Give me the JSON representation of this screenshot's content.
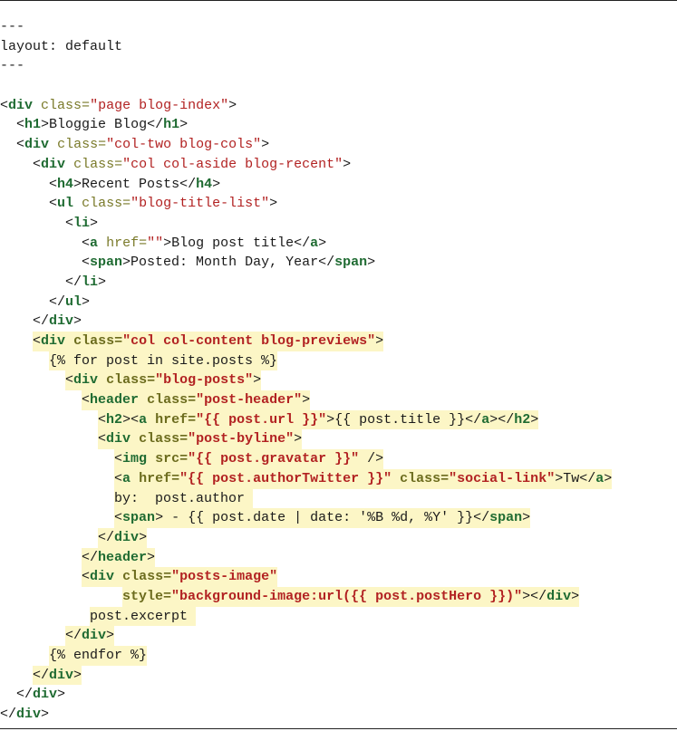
{
  "lines": [
    {
      "indent": "",
      "hl": false,
      "tokens": [
        {
          "t": "txt",
          "v": "---"
        }
      ]
    },
    {
      "indent": "",
      "hl": false,
      "tokens": [
        {
          "t": "txt",
          "v": "layout: default"
        }
      ]
    },
    {
      "indent": "",
      "hl": false,
      "tokens": [
        {
          "t": "txt",
          "v": "---"
        }
      ]
    },
    {
      "indent": "",
      "hl": false,
      "tokens": []
    },
    {
      "indent": "",
      "hl": false,
      "tokens": [
        {
          "t": "txt",
          "v": "<"
        },
        {
          "t": "tag",
          "v": "div"
        },
        {
          "t": "txt",
          "v": " "
        },
        {
          "t": "attr",
          "v": "class="
        },
        {
          "t": "str",
          "v": "\"page blog-index\""
        },
        {
          "t": "txt",
          "v": ">"
        }
      ]
    },
    {
      "indent": "  ",
      "hl": false,
      "tokens": [
        {
          "t": "txt",
          "v": "<"
        },
        {
          "t": "tag",
          "v": "h1"
        },
        {
          "t": "txt",
          "v": ">Bloggie Blog</"
        },
        {
          "t": "tag",
          "v": "h1"
        },
        {
          "t": "txt",
          "v": ">"
        }
      ]
    },
    {
      "indent": "  ",
      "hl": false,
      "tokens": [
        {
          "t": "txt",
          "v": "<"
        },
        {
          "t": "tag",
          "v": "div"
        },
        {
          "t": "txt",
          "v": " "
        },
        {
          "t": "attr",
          "v": "class="
        },
        {
          "t": "str",
          "v": "\"col-two blog-cols\""
        },
        {
          "t": "txt",
          "v": ">"
        }
      ]
    },
    {
      "indent": "    ",
      "hl": false,
      "tokens": [
        {
          "t": "txt",
          "v": "<"
        },
        {
          "t": "tag",
          "v": "div"
        },
        {
          "t": "txt",
          "v": " "
        },
        {
          "t": "attr",
          "v": "class="
        },
        {
          "t": "str",
          "v": "\"col col-aside blog-recent\""
        },
        {
          "t": "txt",
          "v": ">"
        }
      ]
    },
    {
      "indent": "      ",
      "hl": false,
      "tokens": [
        {
          "t": "txt",
          "v": "<"
        },
        {
          "t": "tag",
          "v": "h4"
        },
        {
          "t": "txt",
          "v": ">Recent Posts</"
        },
        {
          "t": "tag",
          "v": "h4"
        },
        {
          "t": "txt",
          "v": ">"
        }
      ]
    },
    {
      "indent": "      ",
      "hl": false,
      "tokens": [
        {
          "t": "txt",
          "v": "<"
        },
        {
          "t": "tag",
          "v": "ul"
        },
        {
          "t": "txt",
          "v": " "
        },
        {
          "t": "attr",
          "v": "class="
        },
        {
          "t": "str",
          "v": "\"blog-title-list\""
        },
        {
          "t": "txt",
          "v": ">"
        }
      ]
    },
    {
      "indent": "        ",
      "hl": false,
      "tokens": [
        {
          "t": "txt",
          "v": "<"
        },
        {
          "t": "tag",
          "v": "li"
        },
        {
          "t": "txt",
          "v": ">"
        }
      ]
    },
    {
      "indent": "          ",
      "hl": false,
      "tokens": [
        {
          "t": "txt",
          "v": "<"
        },
        {
          "t": "tag",
          "v": "a"
        },
        {
          "t": "txt",
          "v": " "
        },
        {
          "t": "attr",
          "v": "href="
        },
        {
          "t": "str",
          "v": "\"\""
        },
        {
          "t": "txt",
          "v": ">Blog post title</"
        },
        {
          "t": "tag",
          "v": "a"
        },
        {
          "t": "txt",
          "v": ">"
        }
      ]
    },
    {
      "indent": "          ",
      "hl": false,
      "tokens": [
        {
          "t": "txt",
          "v": "<"
        },
        {
          "t": "tag",
          "v": "span"
        },
        {
          "t": "txt",
          "v": ">Posted: Month Day, Year</"
        },
        {
          "t": "tag",
          "v": "span"
        },
        {
          "t": "txt",
          "v": ">"
        }
      ]
    },
    {
      "indent": "        ",
      "hl": false,
      "tokens": [
        {
          "t": "txt",
          "v": "</"
        },
        {
          "t": "tag",
          "v": "li"
        },
        {
          "t": "txt",
          "v": ">"
        }
      ]
    },
    {
      "indent": "      ",
      "hl": false,
      "tokens": [
        {
          "t": "txt",
          "v": "</"
        },
        {
          "t": "tag",
          "v": "ul"
        },
        {
          "t": "txt",
          "v": ">"
        }
      ]
    },
    {
      "indent": "    ",
      "hl": false,
      "tokens": [
        {
          "t": "txt",
          "v": "</"
        },
        {
          "t": "tag",
          "v": "div"
        },
        {
          "t": "txt",
          "v": ">"
        }
      ]
    },
    {
      "indent": "    ",
      "hl": true,
      "tokens": [
        {
          "t": "txt",
          "v": "<"
        },
        {
          "t": "tag",
          "v": "div"
        },
        {
          "t": "txt",
          "v": " "
        },
        {
          "t": "attr",
          "v": "class="
        },
        {
          "t": "str",
          "v": "\"col col-content blog-previews\""
        },
        {
          "t": "txt",
          "v": ">"
        }
      ]
    },
    {
      "indent": "      ",
      "hl": true,
      "tokens": [
        {
          "t": "txt",
          "v": "{% for post in site.posts %}"
        }
      ]
    },
    {
      "indent": "        ",
      "hl": true,
      "tokens": [
        {
          "t": "txt",
          "v": "<"
        },
        {
          "t": "tag",
          "v": "div"
        },
        {
          "t": "txt",
          "v": " "
        },
        {
          "t": "attr",
          "v": "class="
        },
        {
          "t": "str",
          "v": "\"blog-posts\""
        },
        {
          "t": "txt",
          "v": ">"
        }
      ]
    },
    {
      "indent": "          ",
      "hl": true,
      "tokens": [
        {
          "t": "txt",
          "v": "<"
        },
        {
          "t": "tag",
          "v": "header"
        },
        {
          "t": "txt",
          "v": " "
        },
        {
          "t": "attr",
          "v": "class="
        },
        {
          "t": "str",
          "v": "\"post-header\""
        },
        {
          "t": "txt",
          "v": ">"
        }
      ]
    },
    {
      "indent": "            ",
      "hl": true,
      "tokens": [
        {
          "t": "txt",
          "v": "<"
        },
        {
          "t": "tag",
          "v": "h2"
        },
        {
          "t": "txt",
          "v": "><"
        },
        {
          "t": "tag",
          "v": "a"
        },
        {
          "t": "txt",
          "v": " "
        },
        {
          "t": "attr",
          "v": "href="
        },
        {
          "t": "str",
          "v": "\"{{ post.url }}\""
        },
        {
          "t": "txt",
          "v": ">{{ post.title }}</"
        },
        {
          "t": "tag",
          "v": "a"
        },
        {
          "t": "txt",
          "v": "></"
        },
        {
          "t": "tag",
          "v": "h2"
        },
        {
          "t": "txt",
          "v": ">"
        }
      ]
    },
    {
      "indent": "            ",
      "hl": true,
      "tokens": [
        {
          "t": "txt",
          "v": "<"
        },
        {
          "t": "tag",
          "v": "div"
        },
        {
          "t": "txt",
          "v": " "
        },
        {
          "t": "attr",
          "v": "class="
        },
        {
          "t": "str",
          "v": "\"post-byline\""
        },
        {
          "t": "txt",
          "v": ">"
        }
      ]
    },
    {
      "indent": "              ",
      "hl": true,
      "tokens": [
        {
          "t": "txt",
          "v": "<"
        },
        {
          "t": "tag",
          "v": "img"
        },
        {
          "t": "txt",
          "v": " "
        },
        {
          "t": "attr",
          "v": "src="
        },
        {
          "t": "str",
          "v": "\"{{ post.gravatar }}\""
        },
        {
          "t": "txt",
          "v": " />"
        }
      ]
    },
    {
      "indent": "              ",
      "hl": true,
      "tokens": [
        {
          "t": "txt",
          "v": "<"
        },
        {
          "t": "tag",
          "v": "a"
        },
        {
          "t": "txt",
          "v": " "
        },
        {
          "t": "attr",
          "v": "href="
        },
        {
          "t": "str",
          "v": "\"{{ post.authorTwitter }}\""
        },
        {
          "t": "txt",
          "v": " "
        },
        {
          "t": "attr",
          "v": "class="
        },
        {
          "t": "str",
          "v": "\"social-link\""
        },
        {
          "t": "txt",
          "v": ">Tw</"
        },
        {
          "t": "tag",
          "v": "a"
        },
        {
          "t": "txt",
          "v": ">"
        }
      ]
    },
    {
      "indent": "              ",
      "hl": true,
      "tokens": [
        {
          "t": "txt",
          "v": "by:  post.author "
        }
      ]
    },
    {
      "indent": "              ",
      "hl": true,
      "tokens": [
        {
          "t": "txt",
          "v": "<"
        },
        {
          "t": "tag",
          "v": "span"
        },
        {
          "t": "txt",
          "v": "> - {{ post.date | date: '%B %d, %Y' }}</"
        },
        {
          "t": "tag",
          "v": "span"
        },
        {
          "t": "txt",
          "v": ">"
        }
      ]
    },
    {
      "indent": "            ",
      "hl": true,
      "tokens": [
        {
          "t": "txt",
          "v": "</"
        },
        {
          "t": "tag",
          "v": "div"
        },
        {
          "t": "txt",
          "v": ">"
        }
      ]
    },
    {
      "indent": "          ",
      "hl": true,
      "tokens": [
        {
          "t": "txt",
          "v": "</"
        },
        {
          "t": "tag",
          "v": "header"
        },
        {
          "t": "txt",
          "v": ">"
        }
      ]
    },
    {
      "indent": "          ",
      "hl": true,
      "tokens": [
        {
          "t": "txt",
          "v": "<"
        },
        {
          "t": "tag",
          "v": "div"
        },
        {
          "t": "txt",
          "v": " "
        },
        {
          "t": "attr",
          "v": "class="
        },
        {
          "t": "str",
          "v": "\"posts-image\""
        }
      ]
    },
    {
      "indent": "               ",
      "hl": true,
      "tokens": [
        {
          "t": "attr",
          "v": "style="
        },
        {
          "t": "str",
          "v": "\"background-image:url({{ post.postHero }})\""
        },
        {
          "t": "txt",
          "v": "></"
        },
        {
          "t": "tag",
          "v": "div"
        },
        {
          "t": "txt",
          "v": ">"
        }
      ]
    },
    {
      "indent": "           ",
      "hl": true,
      "tokens": [
        {
          "t": "txt",
          "v": "post.excerpt "
        }
      ]
    },
    {
      "indent": "        ",
      "hl": true,
      "tokens": [
        {
          "t": "txt",
          "v": "</"
        },
        {
          "t": "tag",
          "v": "div"
        },
        {
          "t": "txt",
          "v": ">"
        }
      ]
    },
    {
      "indent": "      ",
      "hl": true,
      "tokens": [
        {
          "t": "txt",
          "v": "{% endfor %}"
        }
      ]
    },
    {
      "indent": "    ",
      "hl": true,
      "tokens": [
        {
          "t": "txt",
          "v": "</"
        },
        {
          "t": "tag",
          "v": "div"
        },
        {
          "t": "txt",
          "v": ">"
        }
      ]
    },
    {
      "indent": "  ",
      "hl": false,
      "tokens": [
        {
          "t": "txt",
          "v": "</"
        },
        {
          "t": "tag",
          "v": "div"
        },
        {
          "t": "txt",
          "v": ">"
        }
      ]
    },
    {
      "indent": "",
      "hl": false,
      "tokens": [
        {
          "t": "txt",
          "v": "</"
        },
        {
          "t": "tag",
          "v": "div"
        },
        {
          "t": "txt",
          "v": ">"
        }
      ]
    }
  ]
}
